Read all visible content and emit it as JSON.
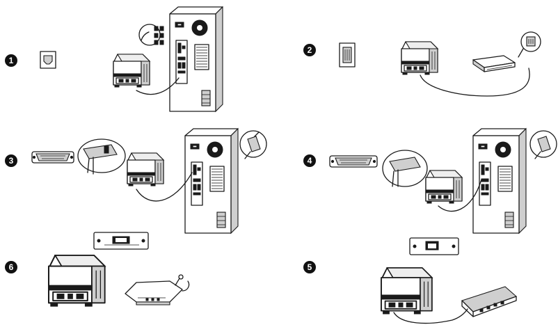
{
  "steps": {
    "usb": {
      "number": "1"
    },
    "rj": {
      "number": "2"
    },
    "serial": {
      "number": "3"
    },
    "parallel": {
      "number": "4"
    },
    "ethernet": {
      "number": "5"
    },
    "wifi": {
      "number": "6"
    }
  },
  "colors": {
    "line": "#1a1a1a",
    "badge": "#111111",
    "background": "#ffffff"
  }
}
